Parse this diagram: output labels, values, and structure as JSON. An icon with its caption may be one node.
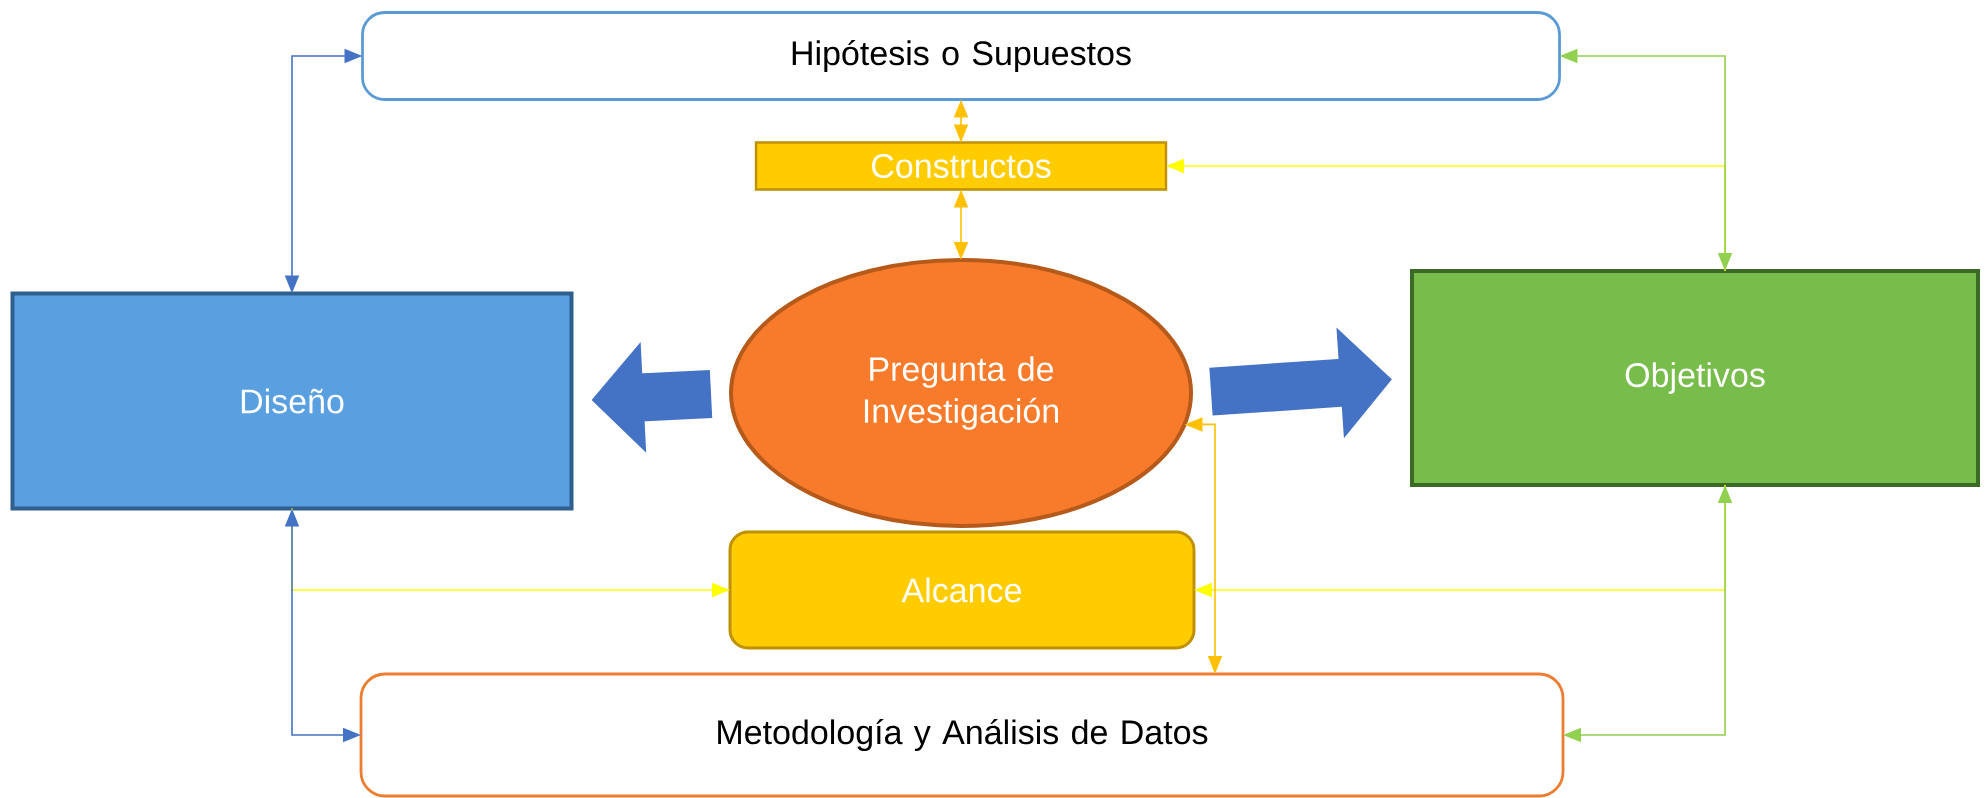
{
  "diagram": {
    "nodes": [
      {
        "text": [
          "Hipótesis o Supuestos"
        ]
      },
      {
        "text": [
          "Constructos"
        ]
      },
      {
        "text": [
          "Diseño"
        ]
      },
      {
        "text": [
          "Pregunta de Investigación"
        ]
      },
      {
        "text": [
          "Objetivos"
        ]
      },
      {
        "text": [
          "Alcance"
        ]
      },
      {
        "text": [
          "Metodología y Análisis de Datos"
        ]
      }
    ],
    "edges": [
      {
        "from": 2,
        "to": 5,
        "arrow": "to",
        "color": "#ffff00"
      },
      {
        "from": 4,
        "to": 1,
        "arrow": "to",
        "color": "#ffff00"
      },
      {
        "from": 4,
        "to": 5,
        "arrow": "to",
        "color": "#ffff00"
      },
      {
        "from": 2,
        "to": 0,
        "arrow": "both",
        "color": "#4472c4"
      },
      {
        "from": 2,
        "to": 6,
        "arrow": "both",
        "color": "#4472c4"
      },
      {
        "from": 0,
        "to": 1,
        "arrow": "both",
        "color": "#ffc000"
      },
      {
        "from": 1,
        "to": 3,
        "arrow": "both",
        "color": "#ffc000"
      },
      {
        "from": 3,
        "to": 6,
        "arrow": "both",
        "color": "#ffc000"
      },
      {
        "from": 4,
        "to": 0,
        "arrow": "both",
        "color": "#92d050"
      },
      {
        "from": 4,
        "to": 6,
        "arrow": "both",
        "color": "#92d050"
      },
      {
        "from": 3,
        "to": 2,
        "arrow": "to",
        "style": "thick",
        "color": "#4472c4"
      },
      {
        "from": 3,
        "to": 4,
        "arrow": "to",
        "style": "thick",
        "color": "#4472c4"
      }
    ]
  }
}
